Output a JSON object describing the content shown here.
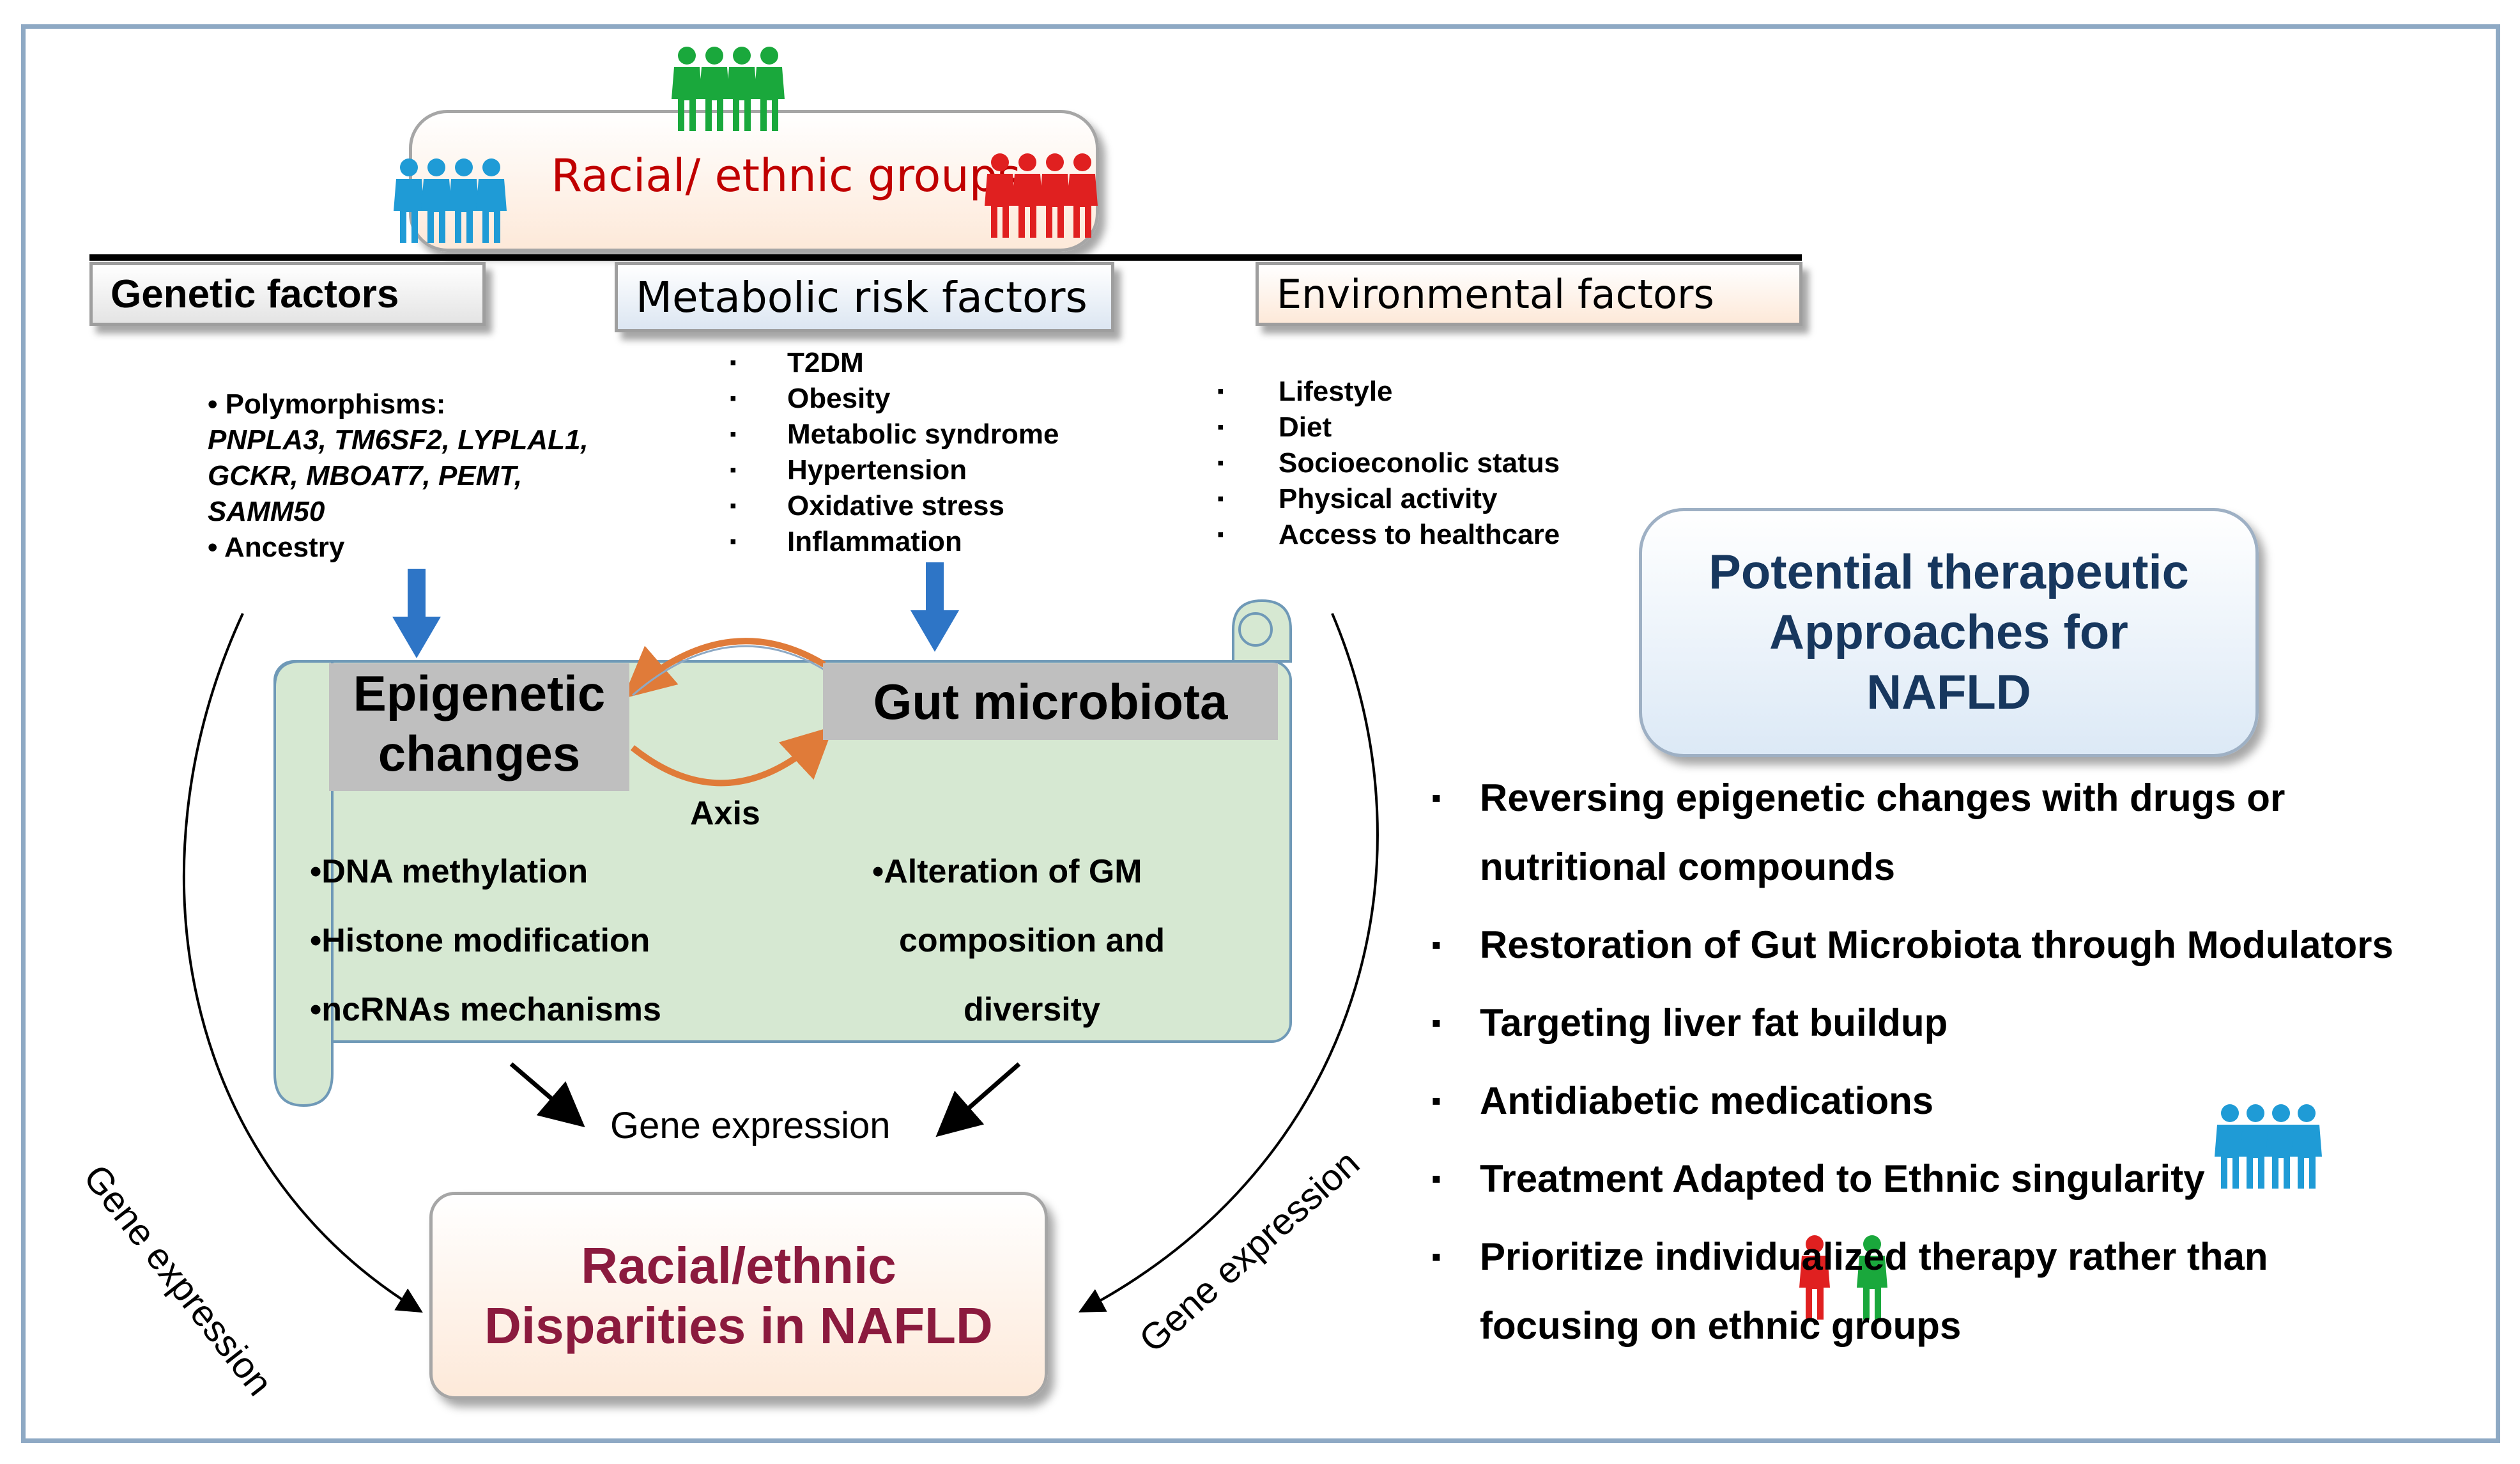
{
  "header": {
    "title": "Racial/ ethnic groups"
  },
  "factors": {
    "genetic": "Genetic factors",
    "metabolic": "Metabolic risk  factors",
    "environmental": "Environmental factors"
  },
  "genetic_list": {
    "polymorphisms_label": "• Polymorphisms:",
    "genes_line1": "PNPLA3,  TM6SF2, LYPLAL1,",
    "genes_line2": "GCKR, MBOAT7, PEMT,",
    "genes_line3": "SAMM50",
    "ancestry": "• Ancestry"
  },
  "metabolic_list": [
    "T2DM",
    "Obesity",
    "Metabolic syndrome",
    "Hypertension",
    "Oxidative stress",
    "Inflammation"
  ],
  "environmental_list": [
    "Lifestyle",
    "Diet",
    "Socioeconolic status",
    "Physical activity",
    "Access to healthcare"
  ],
  "scroll": {
    "epigenetic_line1": "Epigenetic",
    "epigenetic_line2": "changes",
    "gut": "Gut  microbiota",
    "axis": "Axis",
    "epi_items": [
      "•DNA methylation",
      "•Histone modification",
      "•ncRNAs mechanisms"
    ],
    "gm_item_line1": "•Alteration of GM",
    "gm_item_line2": "composition and",
    "gm_item_line3": "diversity"
  },
  "gene_expression": {
    "center": "Gene expression",
    "left_arc": "Gene expression",
    "right_arc": "Gene expression"
  },
  "disparities": {
    "line1": "Racial/ethnic",
    "line2": "Disparities in NAFLD"
  },
  "therapy": {
    "title_line1": "Potential therapeutic",
    "title_line2": "Approaches for",
    "title_line3": "NAFLD",
    "items": [
      "Reversing epigenetic changes with drugs or nutritional compounds",
      "Restoration of Gut Microbiota through Modulators",
      "Targeting liver fat buildup",
      "Antidiabetic medications",
      "Treatment Adapted to Ethnic singularity",
      "Prioritize individualized therapy rather than focusing on ethnic groups"
    ]
  },
  "colors": {
    "group_blue": "#1f9bd6",
    "group_red": "#e02020",
    "group_green": "#1aa83c",
    "arrow_blue": "#2e75c6",
    "arrow_orange": "#e07b39",
    "scroll_fill": "#d6e8d2"
  }
}
